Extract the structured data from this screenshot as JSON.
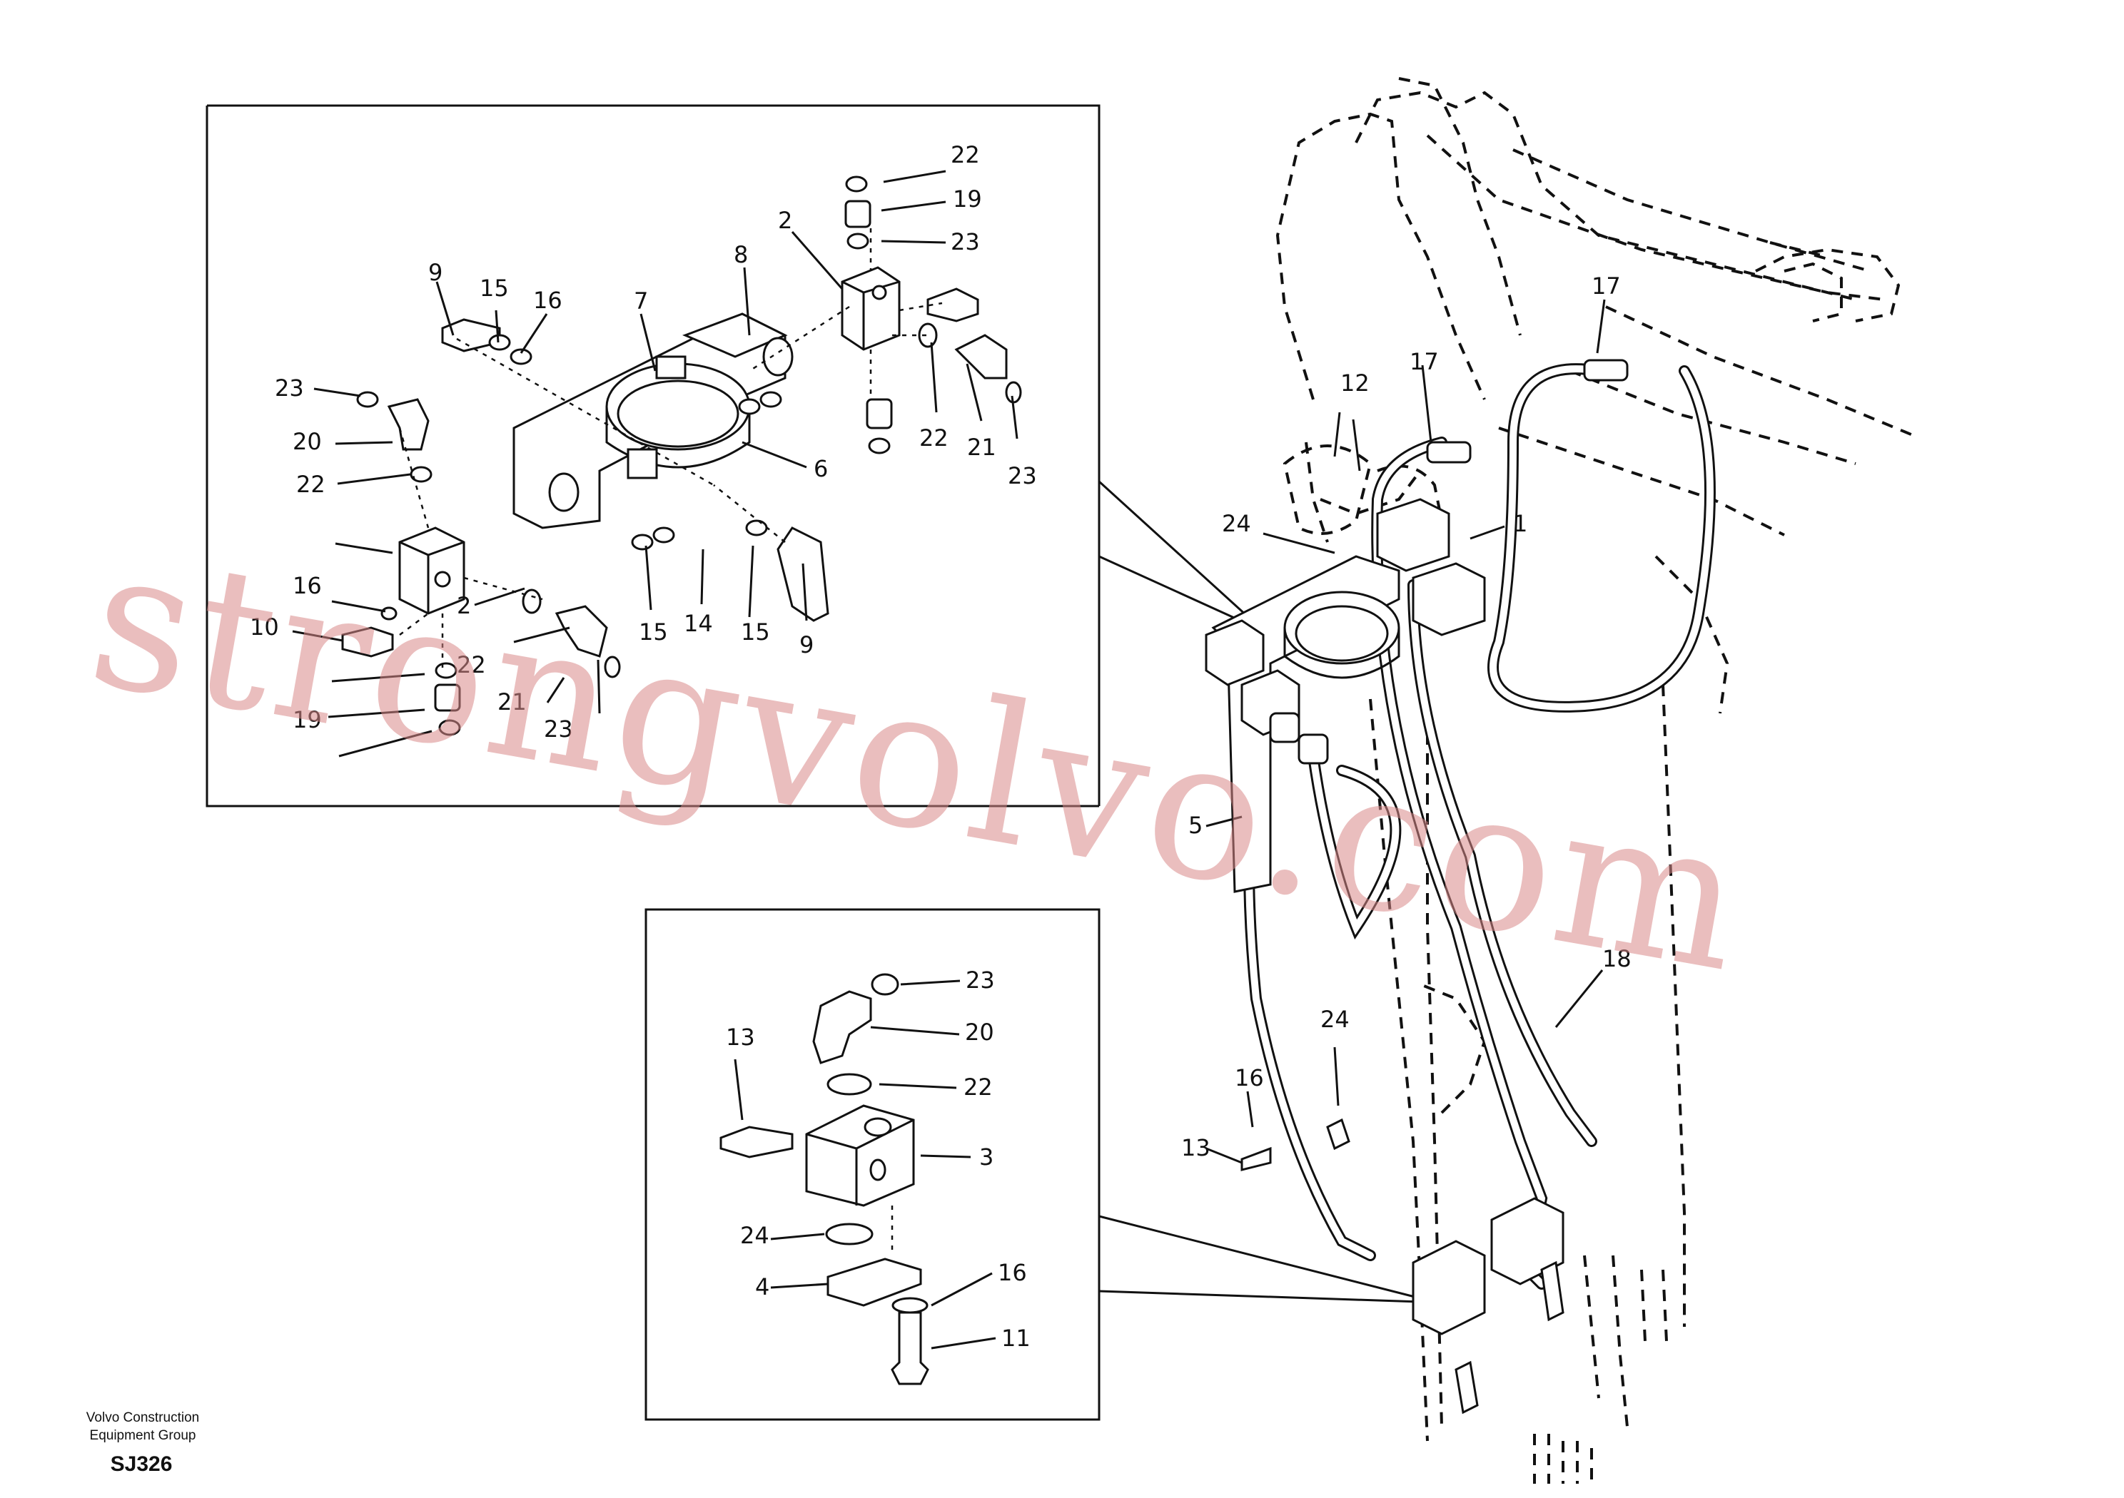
{
  "labels": [
    "1",
    "2",
    "2",
    "3",
    "4",
    "5",
    "6",
    "7",
    "8",
    "9",
    "9",
    "10",
    "11",
    "12",
    "13",
    "13",
    "14",
    "15",
    "15",
    "15",
    "16",
    "16",
    "16",
    "16",
    "17",
    "17",
    "18",
    "19",
    "19",
    "20",
    "20",
    "21",
    "21",
    "22",
    "22",
    "22",
    "22",
    "22",
    "23",
    "23",
    "23",
    "23",
    "23",
    "24",
    "24",
    "24"
  ],
  "footer": {
    "org_line1": "Volvo Construction",
    "org_line2": "Equipment Group",
    "code": "SJ326"
  },
  "watermark": "strongvolvo.com"
}
